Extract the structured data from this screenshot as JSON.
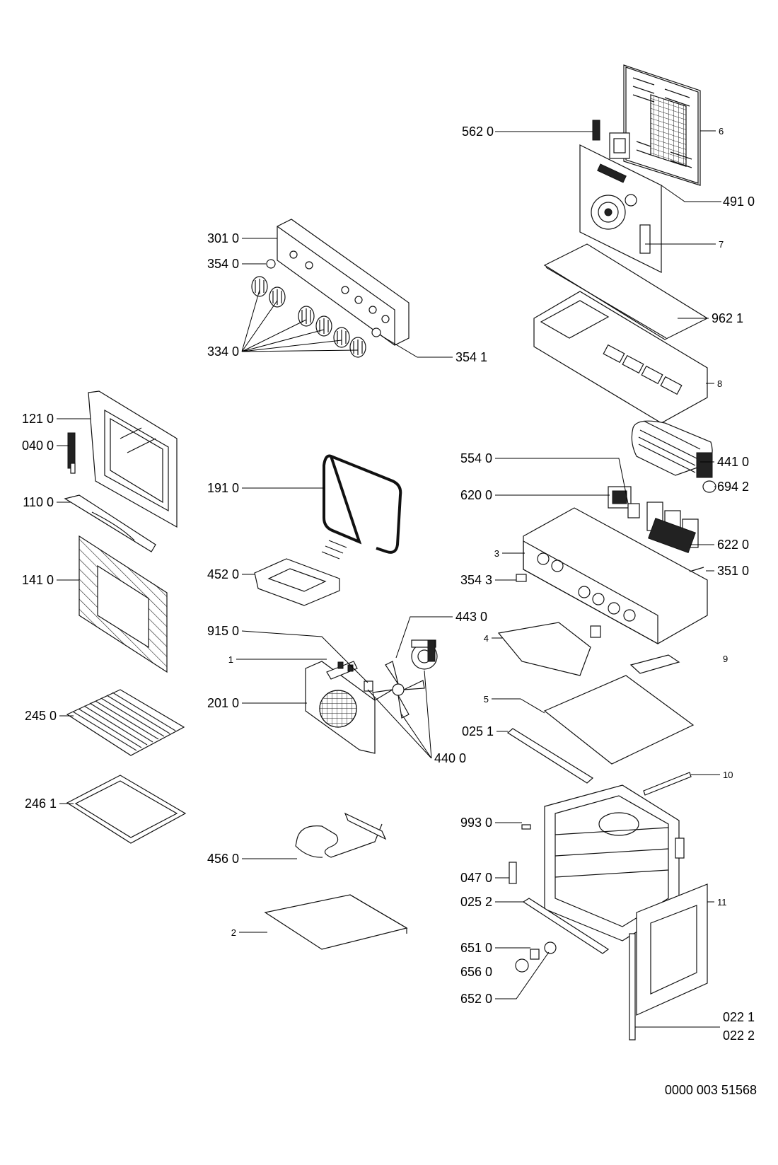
{
  "document_id": "0000 003 51568",
  "labels": {
    "l5620": "562 0",
    "l6": "6",
    "l4910": "491 0",
    "l7": "7",
    "l9621": "962 1",
    "l8": "8",
    "l3010": "301 0",
    "l3540": "354 0",
    "l3340": "334 0",
    "l3541": "354 1",
    "l1210": "121 0",
    "l0400": "040 0",
    "l1100": "110 0",
    "l1410": "141 0",
    "l2450": "245 0",
    "l2461": "246 1",
    "l1910": "191 0",
    "l4520": "452 0",
    "l9150": "915 0",
    "l1": "1",
    "l2010": "201 0",
    "l4560": "456 0",
    "l2": "2",
    "l4430": "443 0",
    "l4400": "440 0",
    "l5540": "554 0",
    "l4410": "441 0",
    "l6942": "694 2",
    "l6200": "620 0",
    "l3": "3",
    "l6220": "622 0",
    "l3543": "354 3",
    "l3510": "351 0",
    "l4": "4",
    "l9": "9",
    "l5": "5",
    "l0251": "025 1",
    "l10": "10",
    "l9930": "993 0",
    "l0470": "047 0",
    "l0252": "025 2",
    "l11": "11",
    "l6510": "651 0",
    "l6560": "656 0",
    "l6520": "652 0",
    "l0221": "022 1",
    "l0222": "022 2"
  }
}
